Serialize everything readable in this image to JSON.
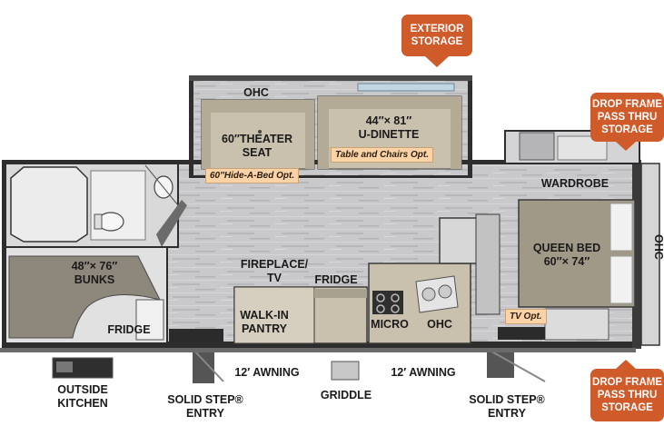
{
  "colors": {
    "floor": "#c6c6c8",
    "wall": "#2d2d2d",
    "upholstery": "#c9c0ad",
    "dark_fabric": "#8e877c",
    "badge": "#cf5a2a",
    "option_tag": "#fbd3a6"
  },
  "badges": {
    "exterior_storage": "EXTERIOR\nSTORAGE",
    "drop_frame_top": "DROP FRAME\nPASS THRU\nSTORAGE",
    "drop_frame_bottom": "DROP FRAME\nPASS THRU\nSTORAGE"
  },
  "rooms": {
    "slide_ohc": "OHC",
    "theater_seat": "60″THEATER\nSEAT",
    "dinette": "44″× 81″\nU-DINETTE",
    "wardrobe": "WARDROBE",
    "queen_bed": "QUEEN BED\n60″× 74″",
    "front_ohc": "OHC",
    "bunks": "48″× 76″\nBUNKS",
    "bunk_fridge": "FRIDGE",
    "fireplace": "FIREPLACE/\nTV",
    "fridge": "FRIDGE",
    "pantry": "WALK-IN\nPANTRY",
    "micro": "MICRO",
    "kitchen_ohc": "OHC"
  },
  "options": {
    "hide_a_bed": "60″Hide-A-Bed Opt.",
    "table_chairs": "Table and Chairs Opt.",
    "tv": "TV Opt."
  },
  "exterior": {
    "outside_kitchen": "OUTSIDE\nKITCHEN",
    "awning_left": "12′ AWNING",
    "awning_right": "12′ AWNING",
    "griddle": "GRIDDLE",
    "step_left": "SOLID STEP®\nENTRY",
    "step_right": "SOLID STEP®\nENTRY"
  }
}
